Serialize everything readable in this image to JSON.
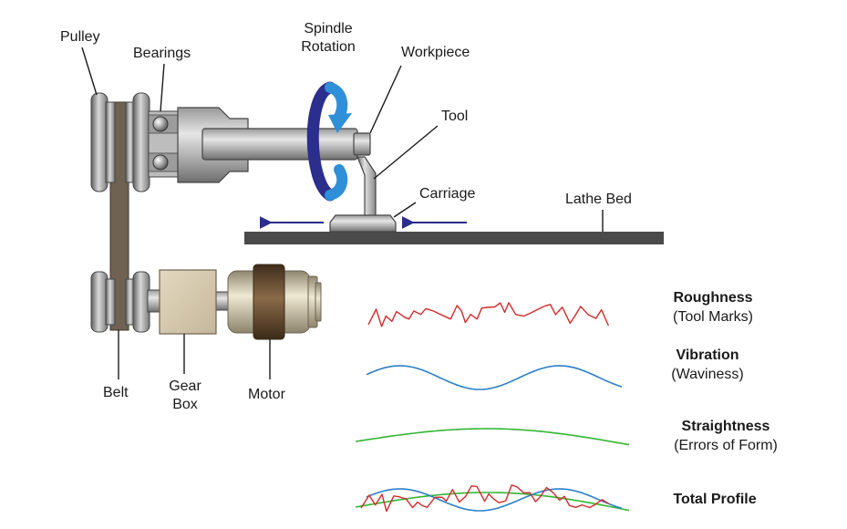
{
  "labels": {
    "pulley": "Pulley",
    "bearings": "Bearings",
    "spindle_rotation_1": "Spindle",
    "spindle_rotation_2": "Rotation",
    "workpiece": "Workpiece",
    "tool": "Tool",
    "carriage": "Carriage",
    "lathe_bed": "Lathe Bed",
    "belt": "Belt",
    "gear_box_1": "Gear",
    "gear_box_2": "Box",
    "motor": "Motor"
  },
  "profiles": [
    {
      "title": "Roughness",
      "subtitle": "(Tool Marks)",
      "color": "#d42a2a"
    },
    {
      "title": "Vibration",
      "subtitle": "(Waviness)",
      "color": "#2a7fc8"
    },
    {
      "title": "Straightness",
      "subtitle": "(Errors of Form)",
      "color": "#35b535"
    },
    {
      "title": "Total Profile",
      "subtitle": "",
      "color": "#d42a2a"
    }
  ],
  "colors": {
    "metal_dark": "#7a7a7a",
    "metal_light": "#cfcfcf",
    "bed": "#4a4a4a",
    "belt": "#6f6252",
    "gearbox": "#d6c9ae",
    "motor": "#b7ad90",
    "motor_band": "#5c4630",
    "rotation_arrow_dark": "#2b2e8c",
    "rotation_arrow_light": "#2f8fd8",
    "feed_arrow": "#2b2e8c"
  }
}
